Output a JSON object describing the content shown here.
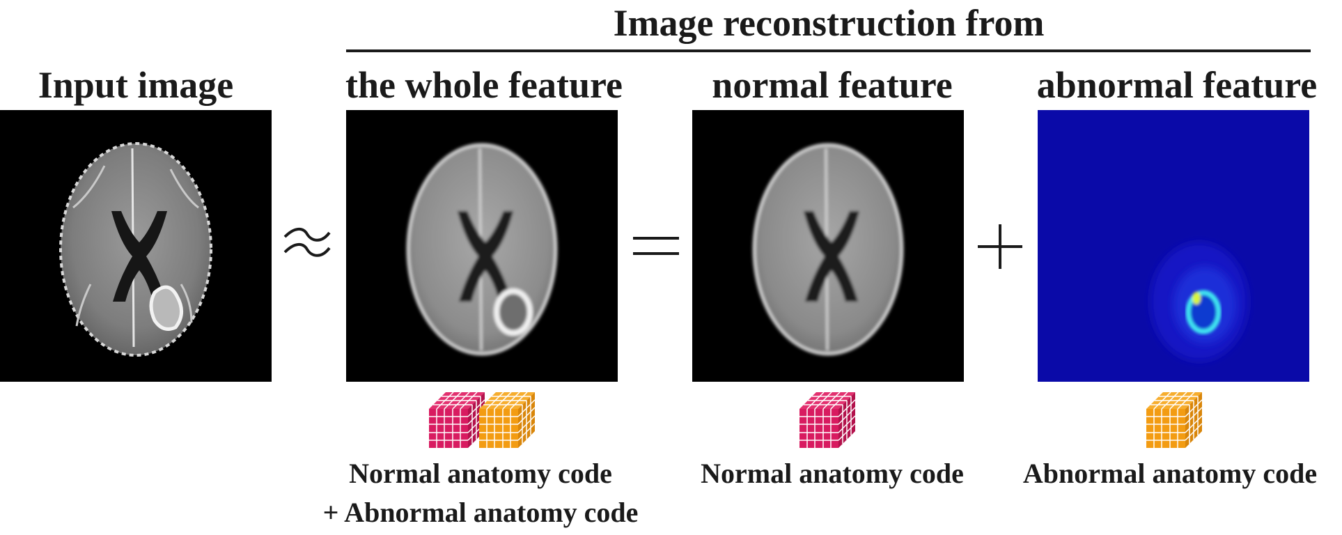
{
  "header": {
    "title": "Image reconstruction from"
  },
  "columns": [
    {
      "title": "Input image"
    },
    {
      "title": "the whole feature",
      "caption_line1": "Normal anatomy code",
      "caption_line2": "+ Abnormal anatomy code"
    },
    {
      "title": "normal feature",
      "caption_line1": "Normal anatomy code"
    },
    {
      "title": "abnormal feature",
      "caption_line1": "Abnormal anatomy code"
    }
  ],
  "operators": {
    "approx": "≈",
    "equals": "=",
    "plus": "+"
  },
  "colors": {
    "normal_code": "#d81b60",
    "abnormal_code": "#f39c12",
    "heatmap_bg": "#0a0aa8",
    "panel_bg": "#000000"
  }
}
